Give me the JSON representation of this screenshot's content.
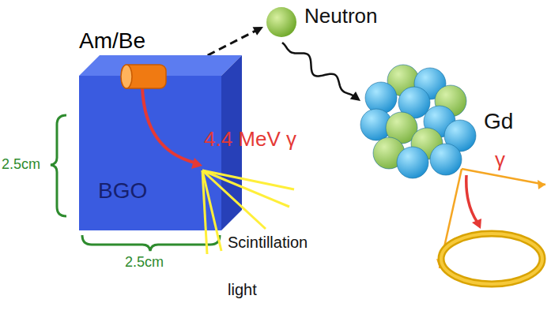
{
  "diagram": {
    "nodes": [
      {
        "text": [
          "BGO"
        ]
      },
      {
        "text": [
          "Am/Be"
        ]
      },
      {
        "text": [
          "Neutron"
        ]
      },
      {
        "text": [
          "Gd"
        ]
      }
    ],
    "edges": [
      {
        "from": 1,
        "to": 2,
        "arrow": "to"
      },
      {
        "from": 2,
        "to": 3,
        "arrow": "to"
      }
    ],
    "labels": [
      "4.4 MeV γ",
      "2.5cm",
      "2.5cm",
      "Scintillation",
      "light",
      "γ"
    ]
  }
}
